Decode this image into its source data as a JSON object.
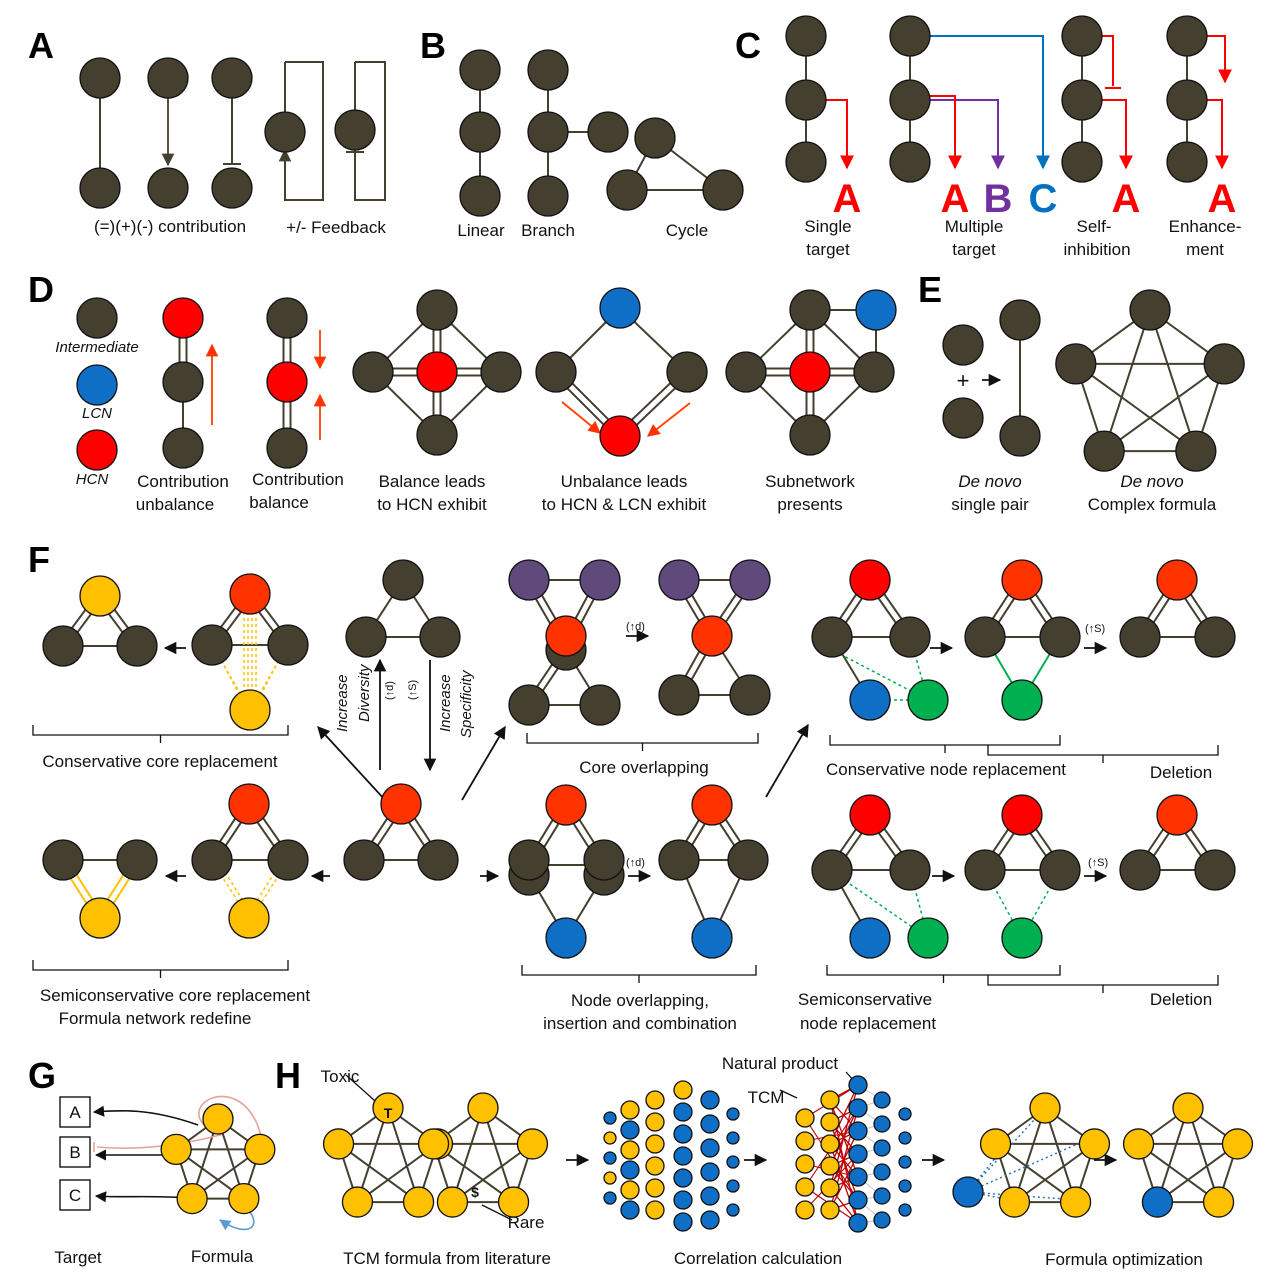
{
  "colors": {
    "intermediate": "#443f2f",
    "hcn": "#ff0000",
    "hcn_alt": "#ff3300",
    "lcn": "#0f6fc6",
    "yellow": "#ffc000",
    "green": "#00b050",
    "purple": "#604a7b",
    "target_red": "#ff0000",
    "target_purple": "#7030a0",
    "target_blue": "#0070c0",
    "edge": "#443f2f"
  },
  "panels": {
    "A": {
      "letter": "A",
      "label1": "(=)(+)(-) contribution",
      "label2": "+/- Feedback"
    },
    "B": {
      "letter": "B",
      "linear": "Linear",
      "branch": "Branch",
      "cycle": "Cycle"
    },
    "C": {
      "letter": "C",
      "single": [
        "Single",
        "target"
      ],
      "multiple": [
        "Multiple",
        "target"
      ],
      "self": [
        "Self-",
        "inhibition"
      ],
      "enh": [
        "Enhance-",
        "ment"
      ],
      "target_a": "A",
      "target_b": "B",
      "target_c": "C"
    },
    "D": {
      "letter": "D",
      "legend_intermediate": "Intermediate",
      "legend_lcn": "LCN",
      "legend_hcn": "HCN",
      "unbalance": [
        "Contribution",
        "unbalance"
      ],
      "balance": [
        "Contribution",
        "balance"
      ],
      "balance_hcn": [
        "Balance leads",
        "to HCN exhibit"
      ],
      "unbalance_hcn_lcn": [
        "Unbalance leads",
        "to HCN & LCN exhibit"
      ],
      "subnetwork": [
        "Subnetwork",
        "presents"
      ]
    },
    "E": {
      "letter": "E",
      "pair_italic": "De novo",
      "pair_label": "single pair",
      "complex_italic": "De novo",
      "complex_label": "Complex formula",
      "plus": "+",
      "arrow": "→"
    },
    "F": {
      "letter": "F",
      "conservative_core": "Conservative core replacement",
      "semiconservative_core": [
        "Semiconservative core replacement",
        "Formula network redefine"
      ],
      "increase_diversity": [
        "Increase",
        "Diversity"
      ],
      "increase_specificity": [
        "Increase",
        "Specificity"
      ],
      "up_d": "(↑d)",
      "up_s": "(↑S)",
      "core_overlapping": "Core overlapping",
      "node_overlapping": [
        "Node overlapping,",
        "insertion and combination"
      ],
      "conservative_node": "Conservative node replacement",
      "semiconservative_node": [
        "Semiconservative",
        "node replacement"
      ],
      "deletion": "Deletion"
    },
    "G": {
      "letter": "G",
      "targets": [
        "A",
        "B",
        "C"
      ],
      "target_label": "Target",
      "formula_label": "Formula"
    },
    "H": {
      "letter": "H",
      "toxic": "Toxic",
      "toxic_mark": "T",
      "rare": "Rare",
      "rare_mark": "$",
      "natural_product": "Natural product",
      "tcm": "TCM",
      "lit": "TCM formula from literature",
      "corr": "Correlation calculation",
      "opt": "Formula optimization"
    }
  }
}
